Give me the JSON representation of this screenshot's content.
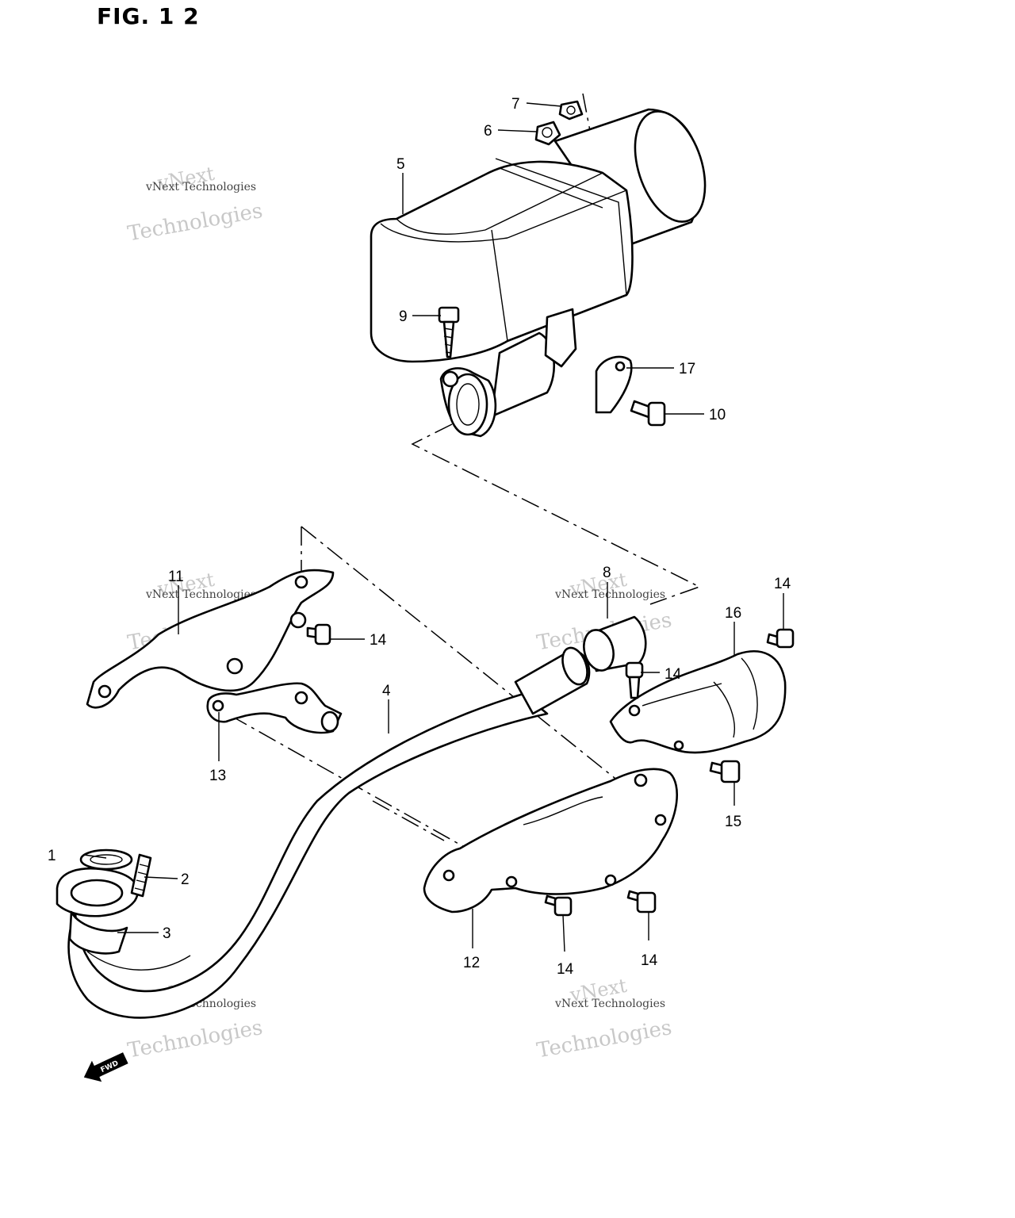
{
  "figure_title": "FIG. 1 2",
  "watermark": {
    "top_text": "vNext",
    "company": "vNext Technologies",
    "bottom_text": "Technologies"
  },
  "fwd_label": "FWD",
  "callouts": [
    {
      "id": "1",
      "label": "1"
    },
    {
      "id": "2",
      "label": "2"
    },
    {
      "id": "3",
      "label": "3"
    },
    {
      "id": "4",
      "label": "4"
    },
    {
      "id": "5",
      "label": "5"
    },
    {
      "id": "6",
      "label": "6"
    },
    {
      "id": "7",
      "label": "7"
    },
    {
      "id": "8",
      "label": "8"
    },
    {
      "id": "9",
      "label": "9"
    },
    {
      "id": "10",
      "label": "10"
    },
    {
      "id": "11",
      "label": "11"
    },
    {
      "id": "12",
      "label": "12"
    },
    {
      "id": "13",
      "label": "13"
    },
    {
      "id": "14a",
      "label": "14"
    },
    {
      "id": "14b",
      "label": "14"
    },
    {
      "id": "14c",
      "label": "14"
    },
    {
      "id": "14d",
      "label": "14"
    },
    {
      "id": "14e",
      "label": "14"
    },
    {
      "id": "15",
      "label": "15"
    },
    {
      "id": "16",
      "label": "16"
    },
    {
      "id": "17",
      "label": "17"
    }
  ]
}
